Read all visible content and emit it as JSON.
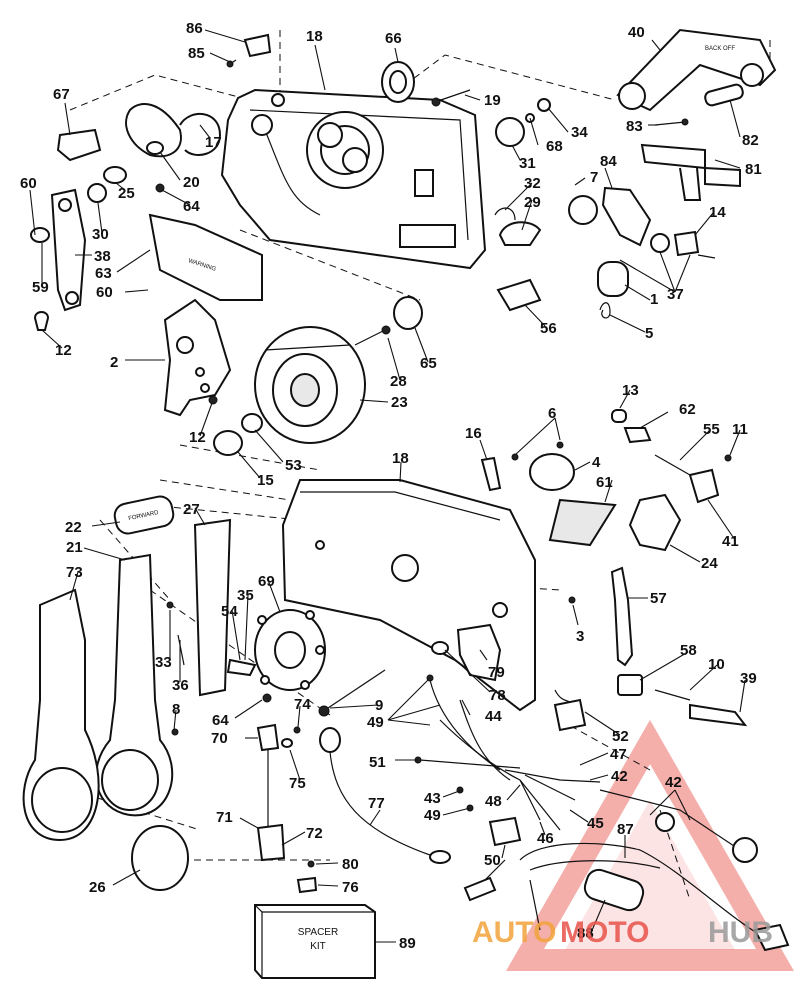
{
  "parts": [
    {
      "n": "86"
    },
    {
      "n": "85"
    },
    {
      "n": "18"
    },
    {
      "n": "66"
    },
    {
      "n": "40"
    },
    {
      "n": "67"
    },
    {
      "n": "19"
    },
    {
      "n": "34"
    },
    {
      "n": "83"
    },
    {
      "n": "82"
    },
    {
      "n": "17"
    },
    {
      "n": "20"
    },
    {
      "n": "68"
    },
    {
      "n": "31"
    },
    {
      "n": "84"
    },
    {
      "n": "81"
    },
    {
      "n": "60"
    },
    {
      "n": "25"
    },
    {
      "n": "64"
    },
    {
      "n": "32"
    },
    {
      "n": "7"
    },
    {
      "n": "14"
    },
    {
      "n": "30"
    },
    {
      "n": "29"
    },
    {
      "n": "38"
    },
    {
      "n": "63"
    },
    {
      "n": "37"
    },
    {
      "n": "59"
    },
    {
      "n": "60"
    },
    {
      "n": "1"
    },
    {
      "n": "12"
    },
    {
      "n": "56"
    },
    {
      "n": "5"
    },
    {
      "n": "2"
    },
    {
      "n": "28"
    },
    {
      "n": "65"
    },
    {
      "n": "23"
    },
    {
      "n": "13"
    },
    {
      "n": "62"
    },
    {
      "n": "6"
    },
    {
      "n": "55"
    },
    {
      "n": "11"
    },
    {
      "n": "16"
    },
    {
      "n": "12"
    },
    {
      "n": "53"
    },
    {
      "n": "4"
    },
    {
      "n": "15"
    },
    {
      "n": "18"
    },
    {
      "n": "61"
    },
    {
      "n": "41"
    },
    {
      "n": "22"
    },
    {
      "n": "27"
    },
    {
      "n": "24"
    },
    {
      "n": "21"
    },
    {
      "n": "73"
    },
    {
      "n": "69"
    },
    {
      "n": "35"
    },
    {
      "n": "57"
    },
    {
      "n": "54"
    },
    {
      "n": "3"
    },
    {
      "n": "33"
    },
    {
      "n": "36"
    },
    {
      "n": "79"
    },
    {
      "n": "58"
    },
    {
      "n": "10"
    },
    {
      "n": "39"
    },
    {
      "n": "9"
    },
    {
      "n": "78"
    },
    {
      "n": "64"
    },
    {
      "n": "74"
    },
    {
      "n": "8"
    },
    {
      "n": "49"
    },
    {
      "n": "44"
    },
    {
      "n": "70"
    },
    {
      "n": "52"
    },
    {
      "n": "75"
    },
    {
      "n": "47"
    },
    {
      "n": "51"
    },
    {
      "n": "42"
    },
    {
      "n": "42"
    },
    {
      "n": "43"
    },
    {
      "n": "48"
    },
    {
      "n": "49"
    },
    {
      "n": "45"
    },
    {
      "n": "71"
    },
    {
      "n": "72"
    },
    {
      "n": "46"
    },
    {
      "n": "77"
    },
    {
      "n": "87"
    },
    {
      "n": "50"
    },
    {
      "n": "26"
    },
    {
      "n": "80"
    },
    {
      "n": "76"
    },
    {
      "n": "88"
    },
    {
      "n": "89"
    }
  ],
  "spacer_kit": {
    "line1": "SPACER",
    "line2": "KIT"
  },
  "tag_40": "BACK OFF",
  "tag_22": "FORWARD",
  "tag_63": "WARNING",
  "watermark": {
    "part1": "AUTO",
    "part2": "MOTO",
    "part3": "HUB",
    "color_red": "#e8534a",
    "color_orange": "#f2a33a",
    "color_gray": "#9a9a9a"
  }
}
